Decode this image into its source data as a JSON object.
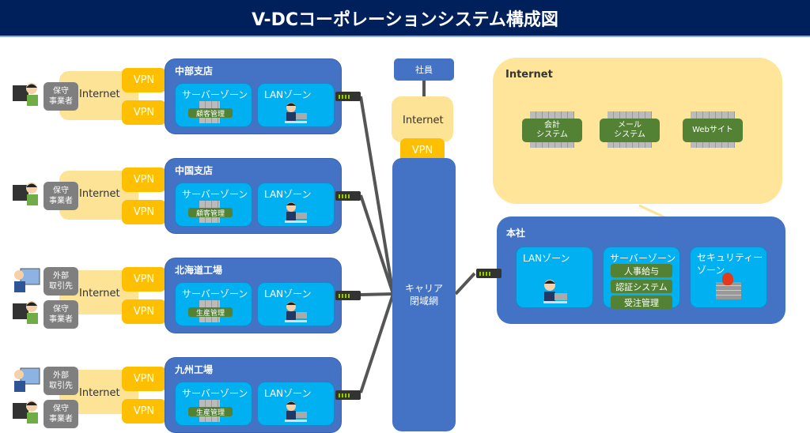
{
  "title": "V-DCコーポレーションシステム構成図",
  "common": {
    "internet": "Internet",
    "vpn": "VPN",
    "server_zone": "サーバーゾーン",
    "lan_zone": "LANゾーン"
  },
  "users": {
    "maintenance": [
      "保守",
      "事業者"
    ],
    "partner": [
      "外部",
      "取引先"
    ]
  },
  "sites": [
    {
      "name": "中部支店",
      "db": "顧客管理"
    },
    {
      "name": "中国支店",
      "db": "顧客管理"
    },
    {
      "name": "北海道工場",
      "db": "生産管理"
    },
    {
      "name": "九州工場",
      "db": "生産管理"
    }
  ],
  "employee": "社員",
  "carrier": [
    "キャリア",
    "閉域網"
  ],
  "cloud": {
    "label": "Internet",
    "servers": [
      [
        "会計",
        "システム"
      ],
      [
        "メール",
        "システム"
      ],
      [
        "Webサイト",
        ""
      ]
    ]
  },
  "hq": {
    "name": "本社",
    "lan_zone": "LANゾーン",
    "server_zone": "サーバーゾーン",
    "servers": [
      "人事給与",
      "認証システム",
      "受注管理"
    ],
    "security_zone": [
      "セキュリティー",
      "ゾーン"
    ]
  }
}
